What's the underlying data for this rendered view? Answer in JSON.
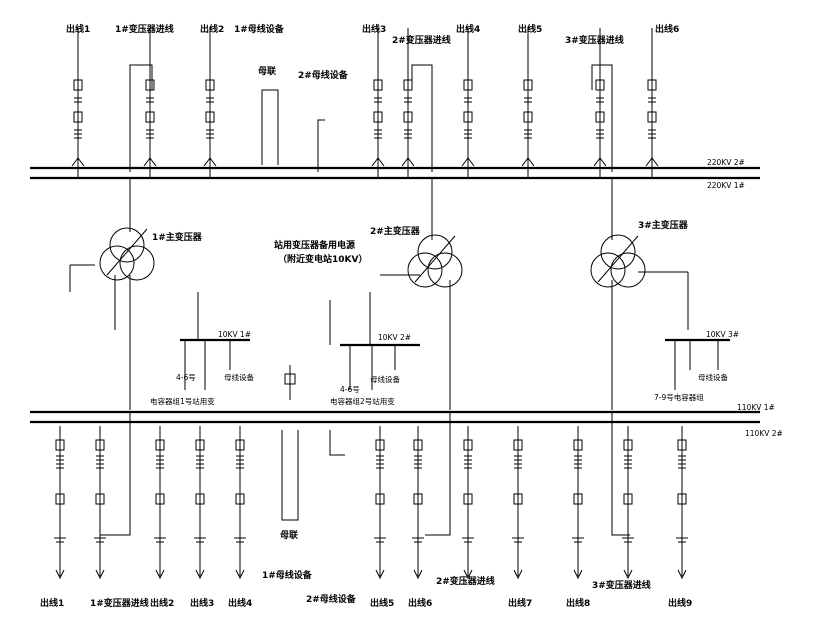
{
  "top_feeders": [
    "出线1",
    "1#变压器进线",
    "出线2",
    "1#母线设备",
    "母联",
    "2#母线设备",
    "出线3",
    "2#变压器进线",
    "出线4",
    "出线5",
    "3#变压器进线",
    "出线6"
  ],
  "buses": {
    "hv_bus_2": "220KV 2#",
    "hv_bus_1": "220KV 1#",
    "mv_bus_1": "110KV 1#",
    "mv_bus_2": "110KV 2#"
  },
  "transformers": [
    "1#主变压器",
    "2#主变压器",
    "3#主变压器"
  ],
  "station_power": {
    "line1": "站用变压器备用电源",
    "line2": "（附近变电站10KV）"
  },
  "lv_buses": [
    "10KV 1#",
    "10KV 2#",
    "10KV 3#"
  ],
  "lv_labels": {
    "bus_equipment_1": "母线设备",
    "bus_equipment_2": "母线设备",
    "bus_equipment_3": "母线设备",
    "capacitor_1": "电容器组1号站用变",
    "capacitor_2": "电容器组2号站用变",
    "capacitor_3": "7-9号电容器组",
    "feeder_range_1": "4-6号",
    "feeder_range_2": "4-6号"
  },
  "bottom_feeders": [
    "出线1",
    "1#变压器进线",
    "出线2",
    "出线3",
    "出线4",
    "1#母线设备",
    "母联",
    "2#母线设备",
    "出线5",
    "出线6",
    "2#变压器进线",
    "出线7",
    "出线8",
    "3#变压器进线",
    "出线9"
  ]
}
